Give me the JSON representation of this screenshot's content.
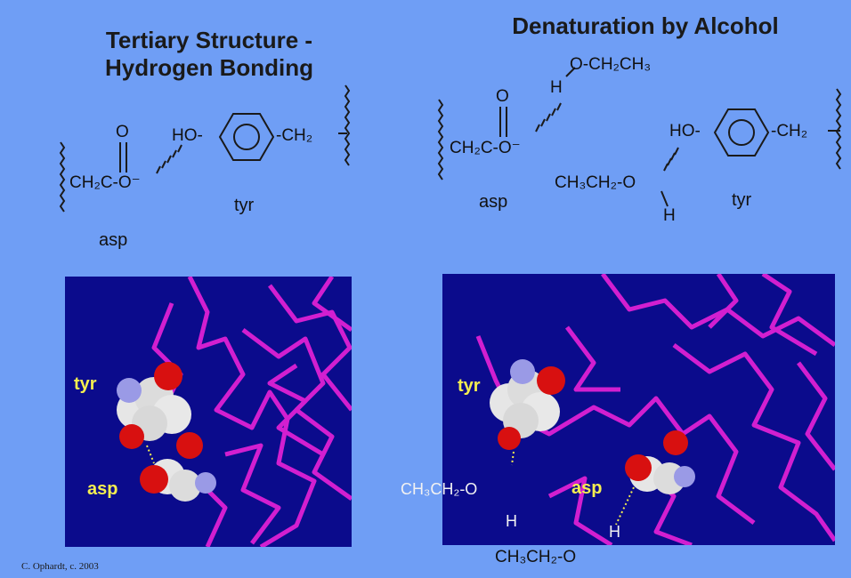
{
  "left": {
    "title_line1": "Tertiary Structure -",
    "title_line2": "Hydrogen Bonding",
    "asp_group": "CH₂C-O⁻",
    "carbonyl_o": "O",
    "tyr_group": "HO-",
    "tyr_ch2": "-CH₂",
    "asp_label": "asp",
    "tyr_label": "tyr",
    "panel_tyr": "tyr",
    "panel_asp": "asp"
  },
  "right": {
    "title": "Denaturation  by Alcohol",
    "ethanol_top": "O-CH₂CH₃",
    "h_top": "H",
    "asp_group": "CH₂C-O⁻",
    "carbonyl_o": "O",
    "tyr_group": "HO-",
    "tyr_ch2": "-CH₂",
    "ethanol_mid": "CH₃CH₂-O",
    "h_mid": "H",
    "asp_label": "asp",
    "tyr_label": "tyr",
    "panel_tyr": "tyr",
    "panel_asp": "asp",
    "panel_ethanol_left": "CH₃CH₂-O",
    "panel_h_left": "H",
    "panel_ethanol_bottom": "CH₃CH₂-O",
    "panel_h_bottom": "H"
  },
  "credit": "C. Ophardt, c. 2003",
  "colors": {
    "background": "#6f9ef5",
    "panel": "#0b0b8c",
    "backbone": "#d21fd0",
    "label": "#f4ee50",
    "oxygen": "#d81010",
    "carbon": "#e8e8e8",
    "nitrogen": "#9a9ae6"
  }
}
